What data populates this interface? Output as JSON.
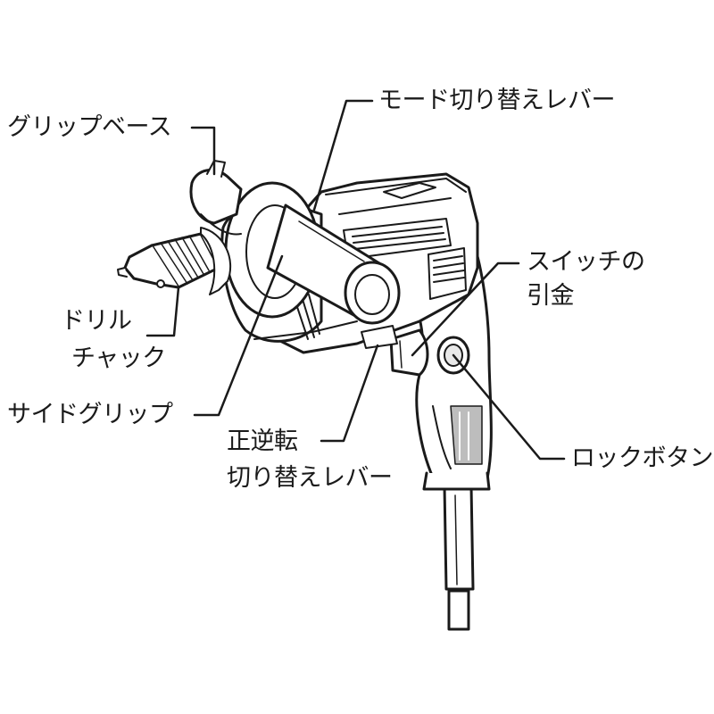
{
  "labels": {
    "grip_base": "グリップベース",
    "mode_lever": "モード切り替えレバー",
    "drill_chuck_1": "ドリル",
    "drill_chuck_2": "チャック",
    "switch_trigger_1": "スイッチの",
    "switch_trigger_2": "引金",
    "side_grip": "サイドグリップ",
    "reverse_lever_1": "正逆転",
    "reverse_lever_2": "切り替えレバー",
    "lock_button": "ロックボタン"
  },
  "colors": {
    "line": "#1a1a1a",
    "body_fill": "#ffffff",
    "shade": "#9a9a9a",
    "dark_shade": "#555555"
  }
}
